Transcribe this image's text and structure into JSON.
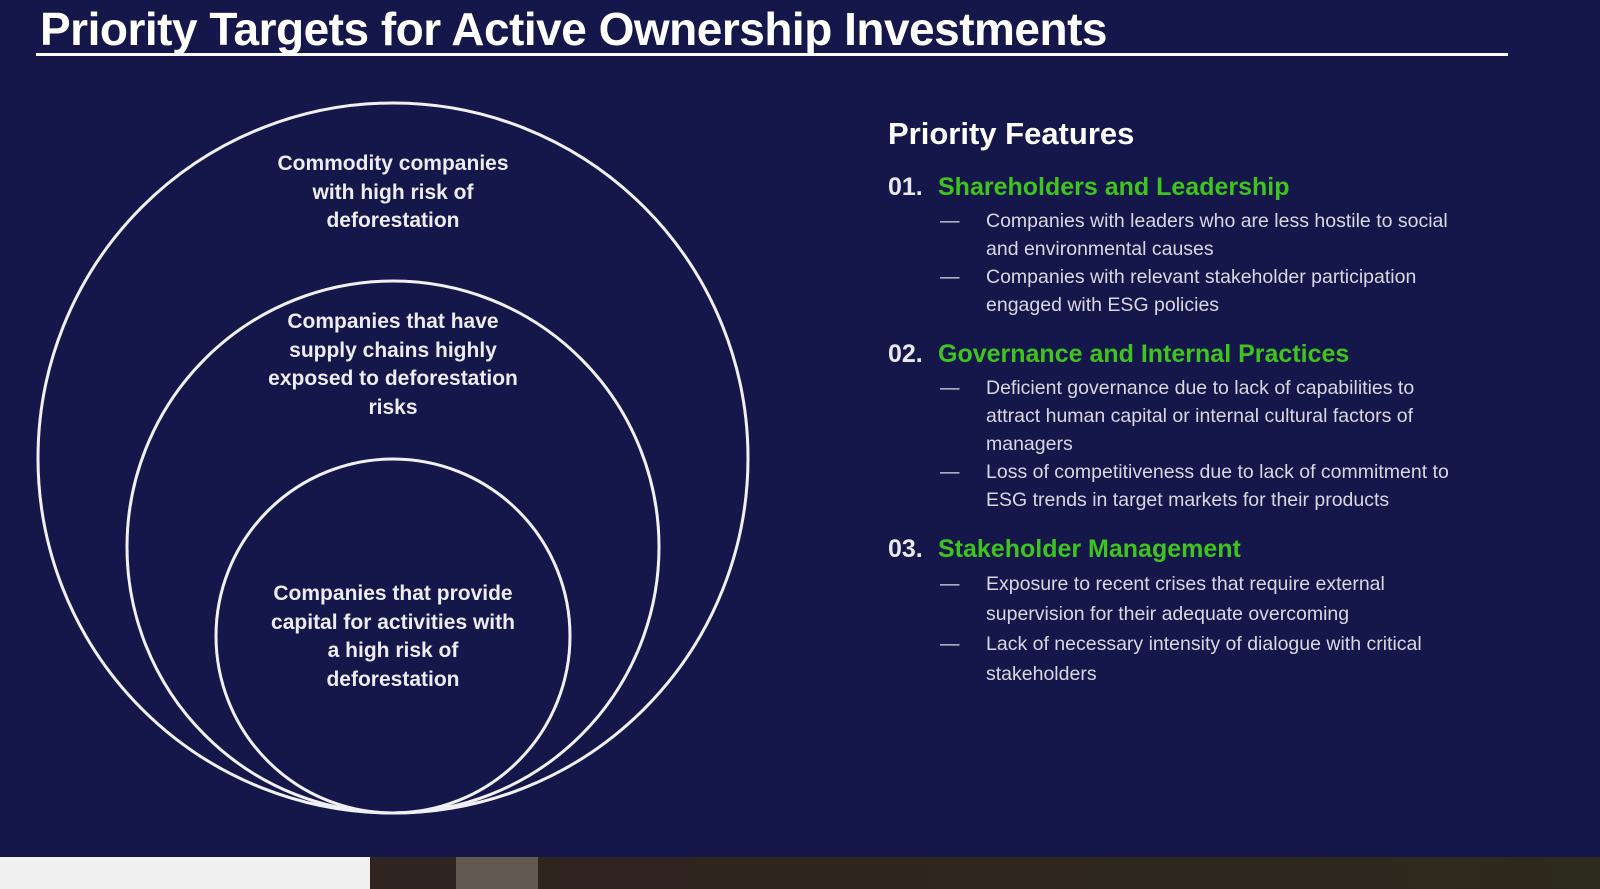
{
  "title": "Priority Targets for Active Ownership Investments",
  "circles": [
    "Commodity companies with high risk of deforestation",
    "Companies that have supply chains highly exposed to deforestation risks",
    "Companies that provide capital for activities with a high risk of deforestation"
  ],
  "features": {
    "heading": "Priority Features",
    "dash": "—",
    "sections": [
      {
        "num": "01.",
        "label": "Shareholders and Leadership",
        "items": [
          "Companies with leaders who are less hostile to social and environmental causes",
          "Companies with relevant stakeholder participation engaged with ESG policies"
        ]
      },
      {
        "num": "02.",
        "label": "Governance and Internal Practices",
        "items": [
          "Deficient governance due to lack of capabilities to attract human capital or internal cultural factors of managers",
          "Loss of competitiveness due to lack of commitment to ESG trends in target markets for their products"
        ]
      },
      {
        "num": "03.",
        "label": "Stakeholder Management",
        "items": [
          "Exposure to recent crises that require external supervision for their adequate overcoming",
          "Lack of necessary intensity of dialogue with critical stakeholders"
        ]
      }
    ]
  },
  "colors": {
    "background": "#15164a",
    "accent": "#3ec41e"
  }
}
